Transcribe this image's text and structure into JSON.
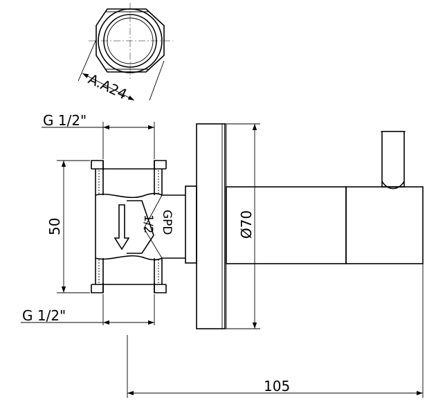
{
  "dimensions": {
    "hex_across_flats": "A.A24",
    "thread_top": "G 1/2\"",
    "thread_bottom": "G 1/2\"",
    "height": "50",
    "diameter": "Ø70",
    "length": "105"
  },
  "markings": {
    "brand": "GPD",
    "size": "1/2"
  }
}
